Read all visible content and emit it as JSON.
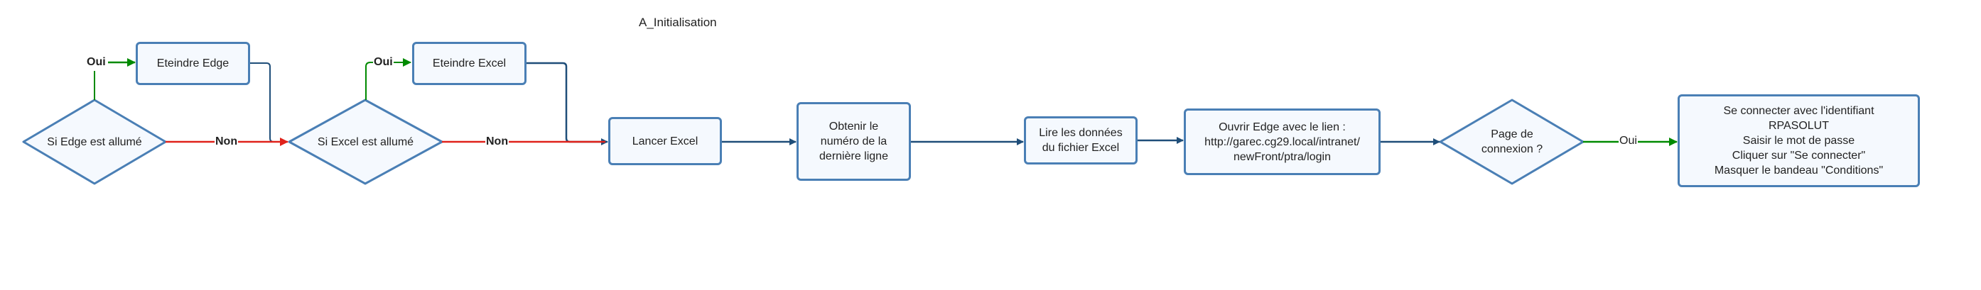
{
  "title": "A_Initialisation",
  "colors": {
    "border": "#4a7fb5",
    "fill": "#f5f9fe",
    "flow": "#1f4e79",
    "yes": "#008a00",
    "no": "#e0221b"
  },
  "nodes": {
    "edge_running": "Si Edge est allumé",
    "stop_edge": "Eteindre Edge",
    "excel_running": "Si Excel est allumé",
    "stop_excel": "Eteindre Excel",
    "launch_excel": "Lancer Excel",
    "last_row": "Obtenir le\nnuméro de la\ndernière ligne",
    "read_excel": "Lire les données\ndu fichier Excel",
    "open_edge": "Ouvrir Edge avec le lien :\nhttp://garec.cg29.local/intranet/\nnewFront/ptra/login",
    "login_page": "Page de\nconnexion ?",
    "login_steps": "Se connecter avec l'identifiant\nRPASOLUT\nSaisir le mot de passe\nCliquer sur \"Se connecter\"\nMasquer le bandeau \"Conditions\""
  },
  "edges": {
    "edge_yes": "Oui",
    "edge_no": "Non",
    "excel_yes": "Oui",
    "excel_no": "Non",
    "login_yes": "Oui"
  }
}
